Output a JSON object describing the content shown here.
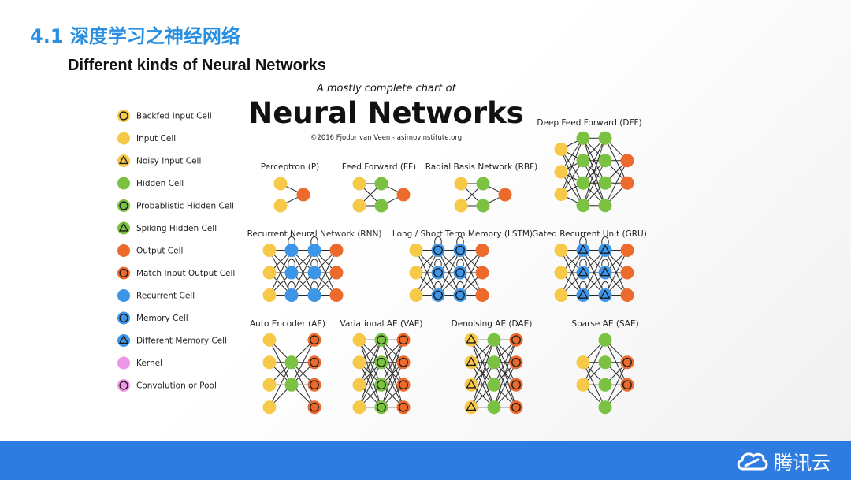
{
  "slide": {
    "title": "4.1 深度学习之神经网络",
    "subtitle": "Different kinds of Neural Networks"
  },
  "chart": {
    "heading_small": "A mostly complete chart of",
    "heading_big": "Neural Networks",
    "credit": "©2016 Fjodor van Veen - asimovinstitute.org",
    "legend": [
      {
        "label": "Backfed Input Cell",
        "fill": "#f7c948",
        "ring": "circle"
      },
      {
        "label": "Input Cell",
        "fill": "#f7c948",
        "ring": "none"
      },
      {
        "label": "Noisy Input Cell",
        "fill": "#f7c948",
        "ring": "triangle"
      },
      {
        "label": "Hidden Cell",
        "fill": "#7cc242",
        "ring": "none"
      },
      {
        "label": "Probablistic Hidden Cell",
        "fill": "#7cc242",
        "ring": "circle"
      },
      {
        "label": "Spiking Hidden Cell",
        "fill": "#7cc242",
        "ring": "triangle"
      },
      {
        "label": "Output Cell",
        "fill": "#ec6a2c",
        "ring": "none"
      },
      {
        "label": "Match Input Output Cell",
        "fill": "#ec6a2c",
        "ring": "circle"
      },
      {
        "label": "Recurrent Cell",
        "fill": "#3d95e8",
        "ring": "none"
      },
      {
        "label": "Memory Cell",
        "fill": "#3d95e8",
        "ring": "circle"
      },
      {
        "label": "Different Memory Cell",
        "fill": "#3d95e8",
        "ring": "triangle"
      },
      {
        "label": "Kernel",
        "fill": "#ee97e6",
        "ring": "none"
      },
      {
        "label": "Convolution or Pool",
        "fill": "#ee97e6",
        "ring": "circle"
      }
    ],
    "networks": [
      {
        "name": "Perceptron (P)",
        "layers": [
          [
            "in",
            "in"
          ],
          [
            "out"
          ]
        ]
      },
      {
        "name": "Feed Forward (FF)",
        "layers": [
          [
            "in",
            "in"
          ],
          [
            "hid",
            "hid"
          ],
          [
            "out"
          ]
        ]
      },
      {
        "name": "Radial Basis Network (RBF)",
        "layers": [
          [
            "in",
            "in"
          ],
          [
            "hid",
            "hid"
          ],
          [
            "out"
          ]
        ]
      },
      {
        "name": "Deep Feed Forward (DFF)",
        "layers": [
          [
            "in",
            "in",
            "in"
          ],
          [
            "hid",
            "hid",
            "hid",
            "hid"
          ],
          [
            "hid",
            "hid",
            "hid",
            "hid"
          ],
          [
            "out",
            "out"
          ]
        ]
      },
      {
        "name": "Recurrent Neural Network (RNN)",
        "layers": [
          [
            "in",
            "in",
            "in"
          ],
          [
            "rec",
            "rec",
            "rec"
          ],
          [
            "rec",
            "rec",
            "rec"
          ],
          [
            "out",
            "out",
            "out"
          ]
        ]
      },
      {
        "name": "Long / Short Term Memory (LSTM)",
        "layers": [
          [
            "in",
            "in",
            "in"
          ],
          [
            "mem",
            "mem",
            "mem"
          ],
          [
            "mem",
            "mem",
            "mem"
          ],
          [
            "out",
            "out",
            "out"
          ]
        ]
      },
      {
        "name": "Gated Recurrent Unit (GRU)",
        "layers": [
          [
            "in",
            "in",
            "in"
          ],
          [
            "dmem",
            "dmem",
            "dmem"
          ],
          [
            "dmem",
            "dmem",
            "dmem"
          ],
          [
            "out",
            "out",
            "out"
          ]
        ]
      },
      {
        "name": "Auto Encoder (AE)",
        "layers": [
          [
            "in",
            "in",
            "in",
            "in"
          ],
          [
            "hid",
            "hid"
          ],
          [
            "match",
            "match",
            "match",
            "match"
          ]
        ]
      },
      {
        "name": "Variational AE (VAE)",
        "layers": [
          [
            "in",
            "in",
            "in",
            "in"
          ],
          [
            "phid",
            "phid",
            "phid",
            "phid"
          ],
          [
            "match",
            "match",
            "match",
            "match"
          ]
        ]
      },
      {
        "name": "Denoising AE (DAE)",
        "layers": [
          [
            "noisy",
            "noisy",
            "noisy",
            "noisy"
          ],
          [
            "hid",
            "hid",
            "hid",
            "hid"
          ],
          [
            "match",
            "match",
            "match",
            "match"
          ]
        ]
      },
      {
        "name": "Sparse AE (SAE)",
        "layers": [
          [
            "in",
            "in"
          ],
          [
            "hid",
            "hid",
            "hid",
            "hid"
          ],
          [
            "match",
            "match"
          ]
        ]
      }
    ]
  },
  "footer": {
    "brand": "腾讯云"
  }
}
